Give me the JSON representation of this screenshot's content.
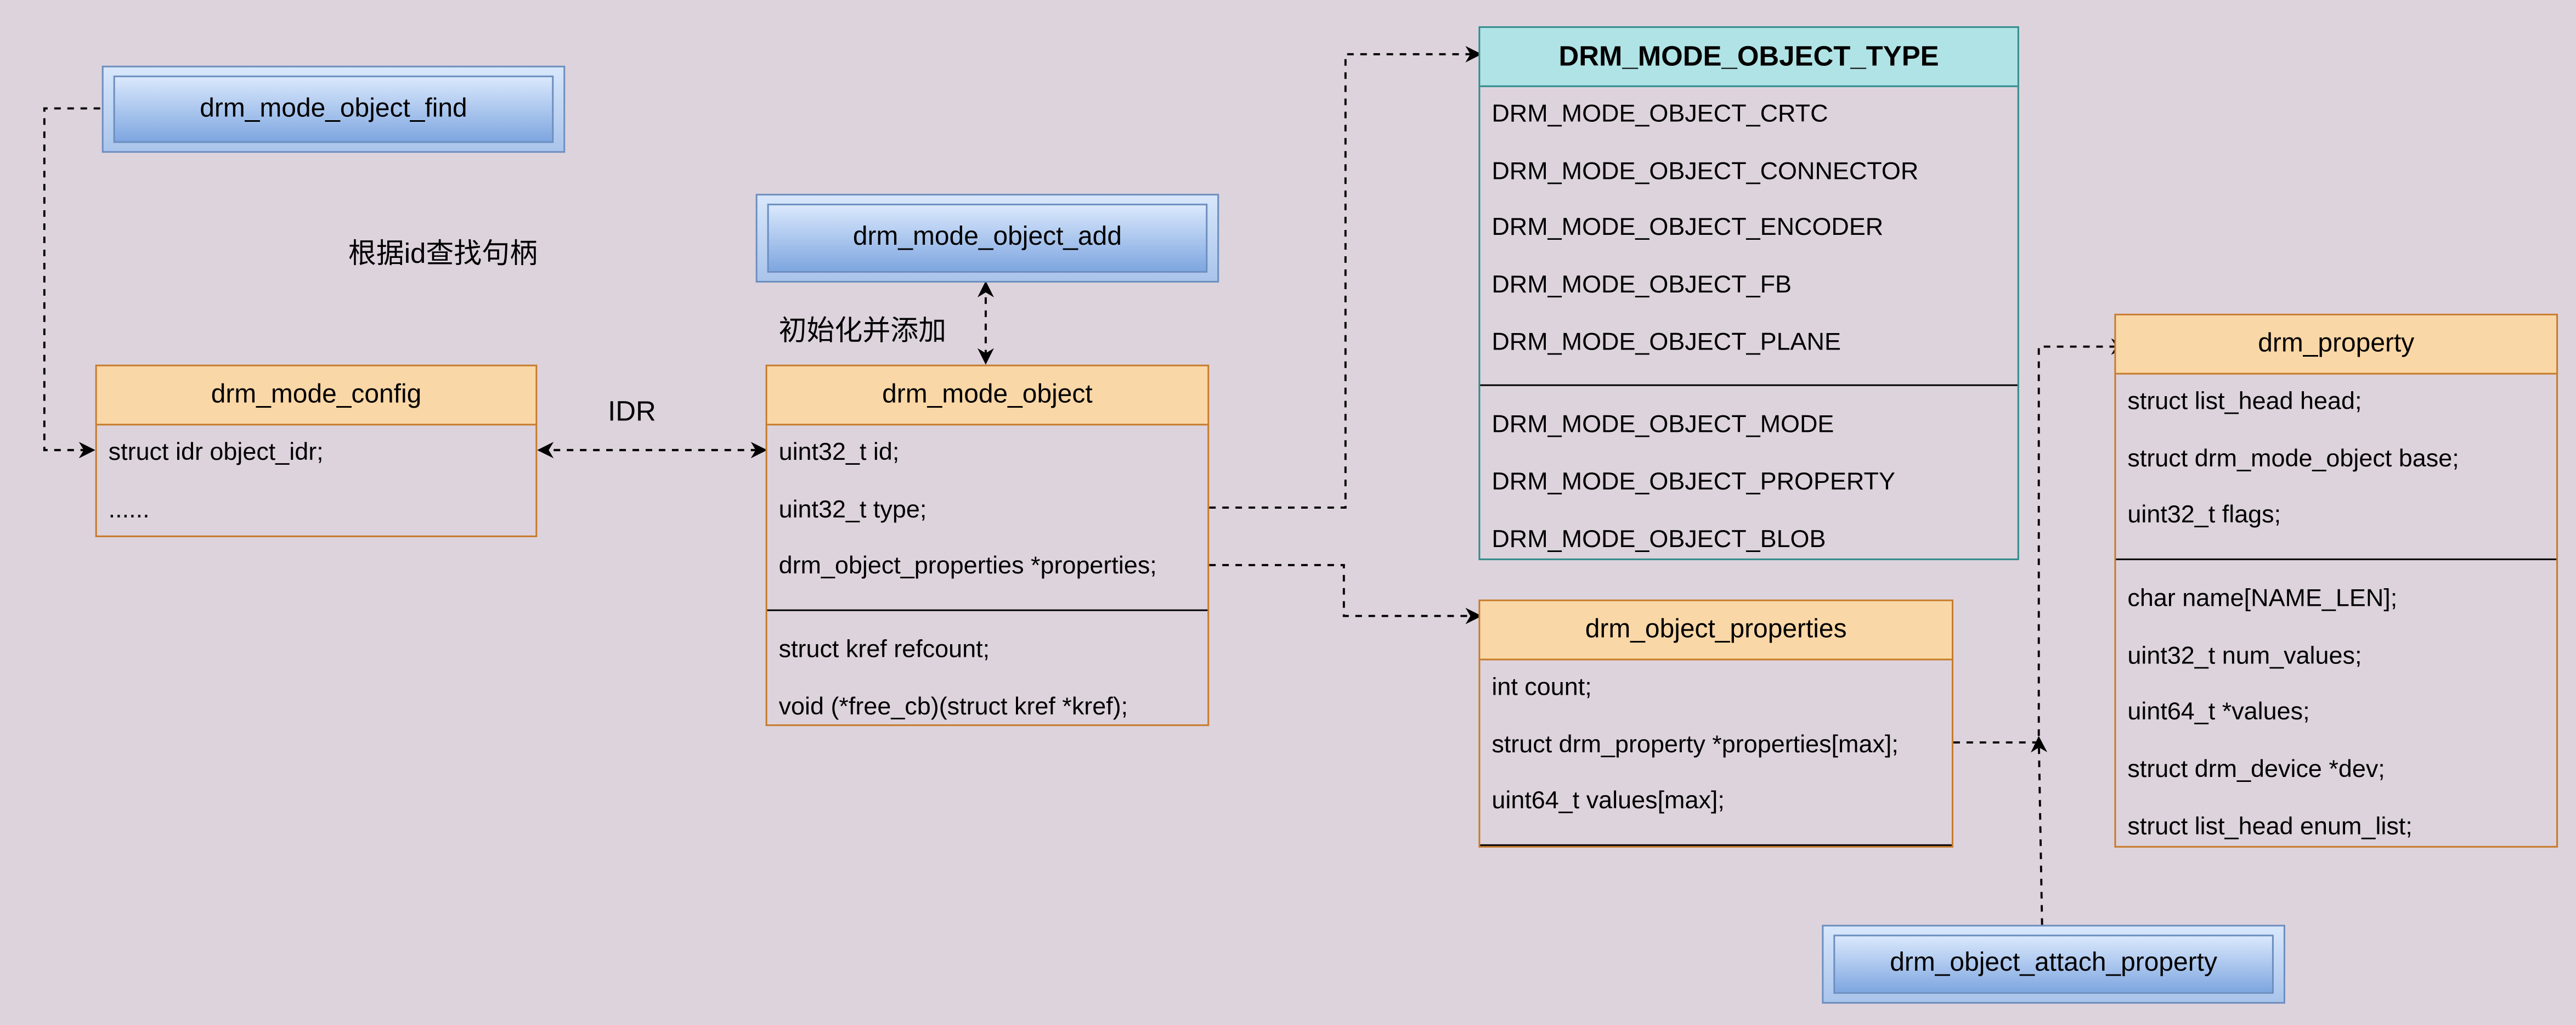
{
  "functions": {
    "find": "drm_mode_object_find",
    "add": "drm_mode_object_add",
    "attach": "drm_object_attach_property"
  },
  "labels": {
    "find_note": "根据id查找句柄",
    "add_note": "初始化并添加",
    "idr": "IDR"
  },
  "structs": {
    "config": {
      "title": "drm_mode_config",
      "fields": [
        "struct idr object_idr;",
        "......"
      ]
    },
    "object": {
      "title": "drm_mode_object",
      "fields": [
        "uint32_t id;",
        "uint32_t type;",
        "drm_object_properties *properties;"
      ],
      "fields2": [
        "struct kref refcount;",
        "void (*free_cb)(struct kref *kref);"
      ]
    },
    "type": {
      "title": "DRM_MODE_OBJECT_TYPE",
      "fields": [
        "DRM_MODE_OBJECT_CRTC",
        "DRM_MODE_OBJECT_CONNECTOR",
        "DRM_MODE_OBJECT_ENCODER",
        "DRM_MODE_OBJECT_FB",
        "DRM_MODE_OBJECT_PLANE"
      ],
      "fields2": [
        "DRM_MODE_OBJECT_MODE",
        "DRM_MODE_OBJECT_PROPERTY",
        "DRM_MODE_OBJECT_BLOB"
      ]
    },
    "props": {
      "title": "drm_object_properties",
      "fields": [
        "int count;",
        "struct drm_property *properties[max];",
        "uint64_t values[max];"
      ]
    },
    "property": {
      "title": "drm_property",
      "fields": [
        "struct list_head head;",
        "struct drm_mode_object base;",
        "uint32_t flags;"
      ],
      "fields2": [
        "char name[NAME_LEN];",
        "uint32_t num_values;",
        "uint64_t *values;",
        "struct drm_device *dev;",
        "struct list_head enum_list;"
      ]
    }
  },
  "colors": {
    "background": "#ddd3dc",
    "struct_header": "#fad7a6",
    "struct_border": "#c67a29",
    "enum_header": "#b0e3e6",
    "enum_border": "#2f8a8c",
    "function_fill": "#a9c4eb",
    "function_border": "#6c8ebf"
  }
}
